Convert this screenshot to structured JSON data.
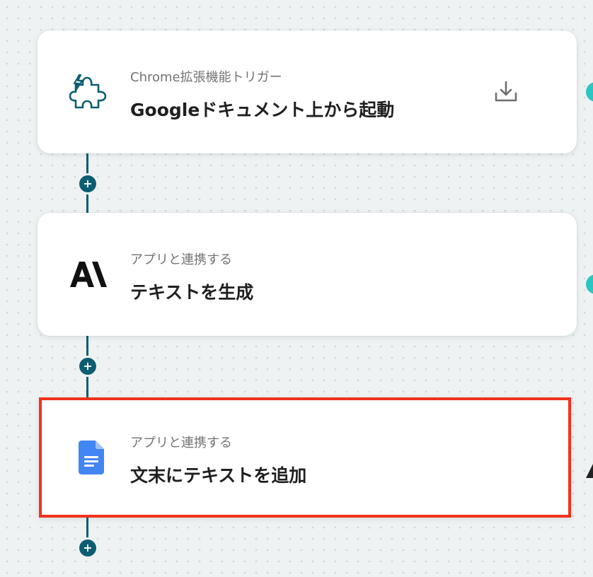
{
  "flow": {
    "steps": [
      {
        "subtitle": "Chrome拡張機能トリガー",
        "title": "Googleドキュメント上から起動",
        "icon": "chrome-extension-puzzle-icon",
        "action_icon": "download-icon"
      },
      {
        "subtitle": "アプリと連携する",
        "title": "テキストを生成",
        "icon": "anthropic-logo-icon"
      },
      {
        "subtitle": "アプリと連携する",
        "title": "文末にテキストを追加",
        "icon": "google-docs-icon",
        "selected": true
      }
    ],
    "add_step_label": "+"
  },
  "colors": {
    "connector": "#0d5d72",
    "selection_border": "#f0321e",
    "puzzle_icon": "#0d5d72",
    "docs_blue": "#4285f4",
    "accent_teal": "#2cc6c0"
  }
}
